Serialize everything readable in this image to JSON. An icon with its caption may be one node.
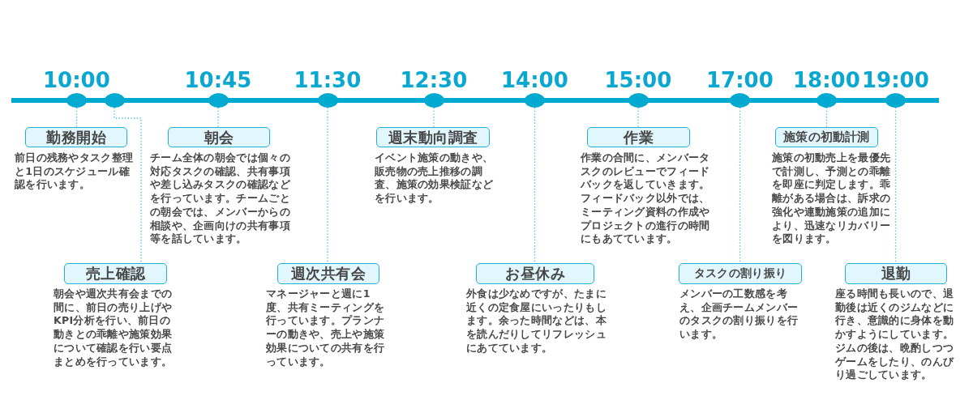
{
  "diagram": {
    "nodes": [
      {
        "text": [],
        "shape": "circle",
        "beside": [
          "10:00"
        ]
      },
      {
        "text": [],
        "shape": "circle"
      },
      {
        "text": [],
        "shape": "circle",
        "beside": [
          "10:45"
        ]
      },
      {
        "text": [],
        "shape": "circle",
        "beside": [
          "11:30"
        ]
      },
      {
        "text": [],
        "shape": "circle",
        "beside": [
          "12:30"
        ]
      },
      {
        "text": [],
        "shape": "circle",
        "beside": [
          "14:00"
        ]
      },
      {
        "text": [],
        "shape": "circle",
        "beside": [
          "15:00"
        ]
      },
      {
        "text": [],
        "shape": "circle",
        "beside": [
          "17:00"
        ]
      },
      {
        "text": [],
        "shape": "circle",
        "beside": [
          "18:00"
        ]
      },
      {
        "text": [],
        "shape": "circle",
        "beside": [
          "19:00"
        ]
      },
      {
        "text": [
          "勤務開始"
        ],
        "beside": [
          "前日の残務やタスク整理と1日のスケジュール確認を行います。"
        ]
      },
      {
        "text": [
          "売上確認"
        ],
        "beside": [
          "朝会や週次共有会までの間に、前日の売り上げやKPI分析を行い、前日の動きとの乖離や施策効果について確認を行い要点まとめを行っています。"
        ]
      },
      {
        "text": [
          "朝会"
        ],
        "beside": [
          "チーム全体の朝会では個々の対応タスクの確認、共有事項や差し込みタスクの確認などを行っています。チームごとの朝会では、メンバーからの相談や、企画向けの共有事項等を話しています。"
        ]
      },
      {
        "text": [
          "週次共有会"
        ],
        "beside": [
          "マネージャーと週に1度、共有ミーティングを行っています。プランナーの動きや、売上や施策効果についての共有を行っています。"
        ]
      },
      {
        "text": [
          "週末動向調査"
        ],
        "beside": [
          "イベント施策の動きや、販売物の売上推移の調査、施策の効果検証などを行います。"
        ]
      },
      {
        "text": [
          "お昼休み"
        ],
        "beside": [
          "外食は少なめですが、たまに近くの定食屋にいったりもします。余った時間などは、本を読んだりしてリフレッシュにあてています。"
        ]
      },
      {
        "text": [
          "作業"
        ],
        "beside": [
          "作業の合間に、メンバータスクのレビューでフィードバックを返していきます。フィードバック以外では、ミーティング資料の作成やプロジェクトの進行の時間にもあてています。"
        ]
      },
      {
        "text": [
          "タスクの割り振り"
        ],
        "beside": [
          "メンバーの工数感を考え、企画チームメンバーのタスクの割り振りを行います。"
        ]
      },
      {
        "text": [
          "施策の初動計測"
        ],
        "beside": [
          "施策の初動売上を最優先で計測し、予測との乖離を即座に判定します。乖離がある場合は、訴求の強化や連動施策の追加により、迅速なリカバリーを図ります。"
        ]
      },
      {
        "text": [
          "退勤"
        ],
        "beside": [
          "座る時間も長いので、退勤後は近くのジムなどに行き、意識的に身体を動かすようにしています。ジムの後は、晩酌しつつゲームをしたり、のんびり過ごしています。"
        ]
      }
    ],
    "edges": [
      {
        "from": 0,
        "to": 10,
        "arrow": "none",
        "style": "dashed"
      },
      {
        "from": 1,
        "to": 11,
        "arrow": "none",
        "style": "dashed"
      },
      {
        "from": 2,
        "to": 12,
        "arrow": "none",
        "style": "dashed"
      },
      {
        "from": 3,
        "to": 13,
        "arrow": "none",
        "style": "dashed"
      },
      {
        "from": 4,
        "to": 14,
        "arrow": "none",
        "style": "dashed"
      },
      {
        "from": 5,
        "to": 15,
        "arrow": "none",
        "style": "dashed"
      },
      {
        "from": 6,
        "to": 16,
        "arrow": "none",
        "style": "dashed"
      },
      {
        "from": 7,
        "to": 17,
        "arrow": "none",
        "style": "dashed"
      },
      {
        "from": 8,
        "to": 18,
        "arrow": "none",
        "style": "dashed"
      },
      {
        "from": 9,
        "to": 19,
        "arrow": "none",
        "style": "dashed"
      }
    ]
  }
}
